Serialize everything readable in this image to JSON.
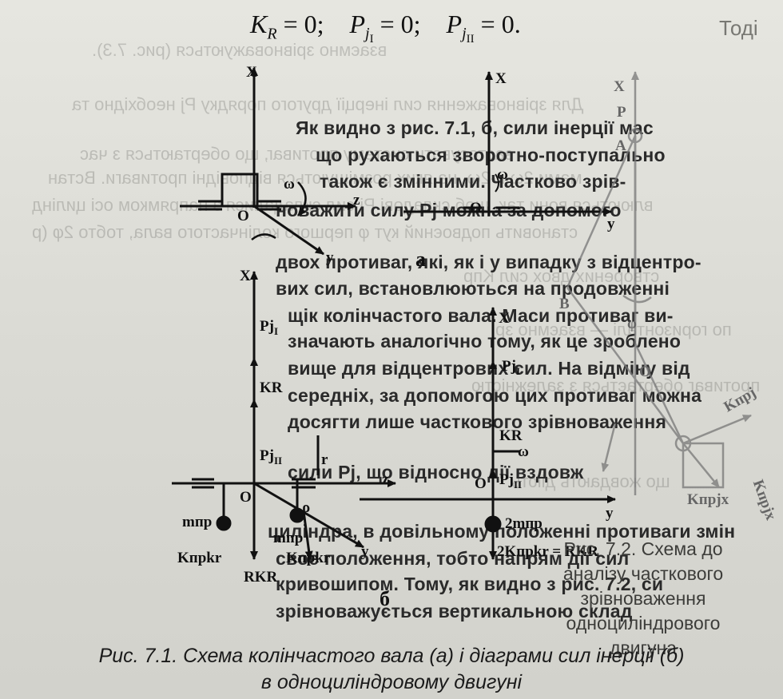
{
  "formula": {
    "k_r": "K",
    "k_r_sub": "R",
    "k_r_val": "= 0;",
    "p1": "P",
    "p1_sub": "j",
    "p1_subsub": "I",
    "p1_val": "= 0;",
    "p2": "P",
    "p2_sub": "j",
    "p2_subsub": "II",
    "p2_val": "= 0."
  },
  "top_right_word": "Тоді",
  "middle_text": [
    "Як видно з рис. 7.1, б, сили інерції мас",
    "що рухаються зворотно-поступально",
    "також є змінними. Частково зрів-",
    "новажити силу Pj можна за допомого",
    "двох противаг, які, як і у випадку з відцентро-",
    "вих сил, встановлюються на продовженні",
    "щік колінчастого вала. Маси противаг ви-",
    "значають аналогічно тому, як це зроблено",
    "вище для відцентрових сил. На відміну від",
    "середніх, за допомогою цих противаг можна",
    "досягти лише часткового зрівноваження",
    "сили Pj, що відносно дії вздовж",
    "циліндра, в довільному положенні противаги змін",
    "свое положення, тобто напрям дії сил",
    "кривошипом. Тому, як видно з рис. 7.2, си",
    "зрівноважується вертикальною склад"
  ],
  "ghost_text": [
    "взаємно зрівноважуються (рис. 7.3).",
    "Для зрівноваження сил інерції другого порядку Pj необхідно та",
    "застосувати систему противаг, що обертаються з час",
    "мами 2ω і -2ω, на яких розміщуються відповідні противаги. Встан",
    "влюються вони так, щоб складові Pj сил складалися з напрямком осі цилінд",
    "становить подвоєний кут φ першого колінчастого вала, тобто 2φ (р",
    "створених двох сил Kпр",
    "по горизонталі — взаємно зр",
    "противаг обертається з залежністю",
    "що жовдають діють"
  ],
  "diagram_labels": {
    "x": "X",
    "y": "y",
    "z": "z",
    "o": "O",
    "omega": "ω",
    "a": "a",
    "b": "б",
    "pj1": "Pj",
    "pj1_sub": "I",
    "pj2": "Pj",
    "pj2_sub": "II",
    "kr": "KR",
    "rkr": "RKR",
    "mnp": "mпр",
    "two_mnp": "2mпр",
    "knpkr": "Kпрkr",
    "two_knpkr": "2Kпрkr = RKR",
    "r": "r",
    "rho": "ρ"
  },
  "fig72_caption": [
    "Рис. 7.2. Схема до",
    "аналізу часткового",
    "зрівноваження",
    "одноциліндрового",
    "двигуна"
  ],
  "fig72_labels": {
    "x": "X",
    "p": "P",
    "a": "A",
    "b": "B",
    "o": "O",
    "phi": "φ",
    "knp_x": "Kпрjx",
    "knp": "Kпрj",
    "kx": "Kпрjx"
  },
  "caption": [
    "Рис. 7.1. Схема колінчастого вала (а) і діаграми сил інерції (б)",
    "в одноциліндровому двигуні"
  ]
}
